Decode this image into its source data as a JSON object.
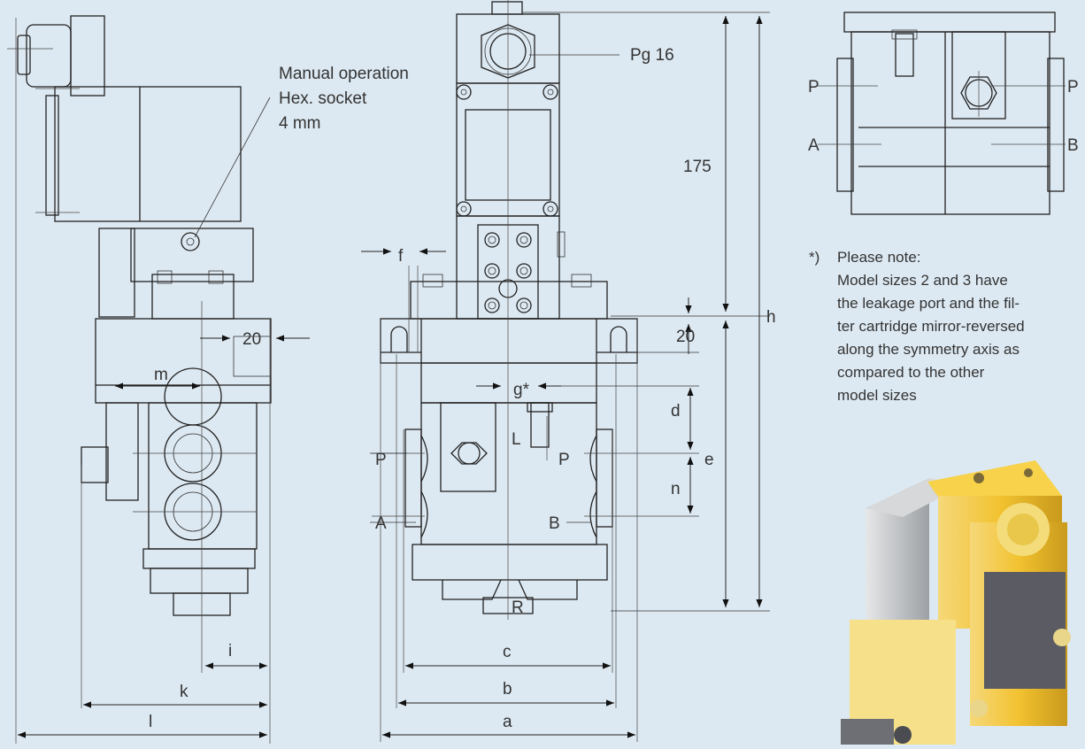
{
  "labels": {
    "manual_op_line1": "Manual operation",
    "manual_op_line2": "Hex. socket",
    "manual_op_line3": "4 mm",
    "pg16": "Pg 16",
    "d175": "175",
    "d20_side": "20",
    "d20_front": "20",
    "m": "m",
    "f": "f",
    "g": "g*",
    "h": "h",
    "d": "d",
    "e": "e",
    "n": "n",
    "i": "i",
    "k": "k",
    "l": "l",
    "a": "a",
    "b": "b",
    "c": "c",
    "L": "L",
    "R": "R",
    "P_left": "P",
    "P_right": "P",
    "A_front": "A",
    "B_front": "B",
    "P_top_left": "P",
    "P_top_right": "P",
    "A_top": "A",
    "B_top": "B"
  },
  "note": {
    "marker": "*)",
    "line1": "Please note:",
    "line2": "Model sizes 2 and 3 have",
    "line3": "the leakage port and the fil-",
    "line4": "ter cartridge mirror-reversed",
    "line5": "along the symmetry axis as",
    "line6": "compared to the other",
    "line7": "model sizes"
  },
  "colors": {
    "background": "#dde9f2",
    "line": "#222222",
    "render_yellow": "#f2c230",
    "render_grey": "#b9bcbf"
  }
}
